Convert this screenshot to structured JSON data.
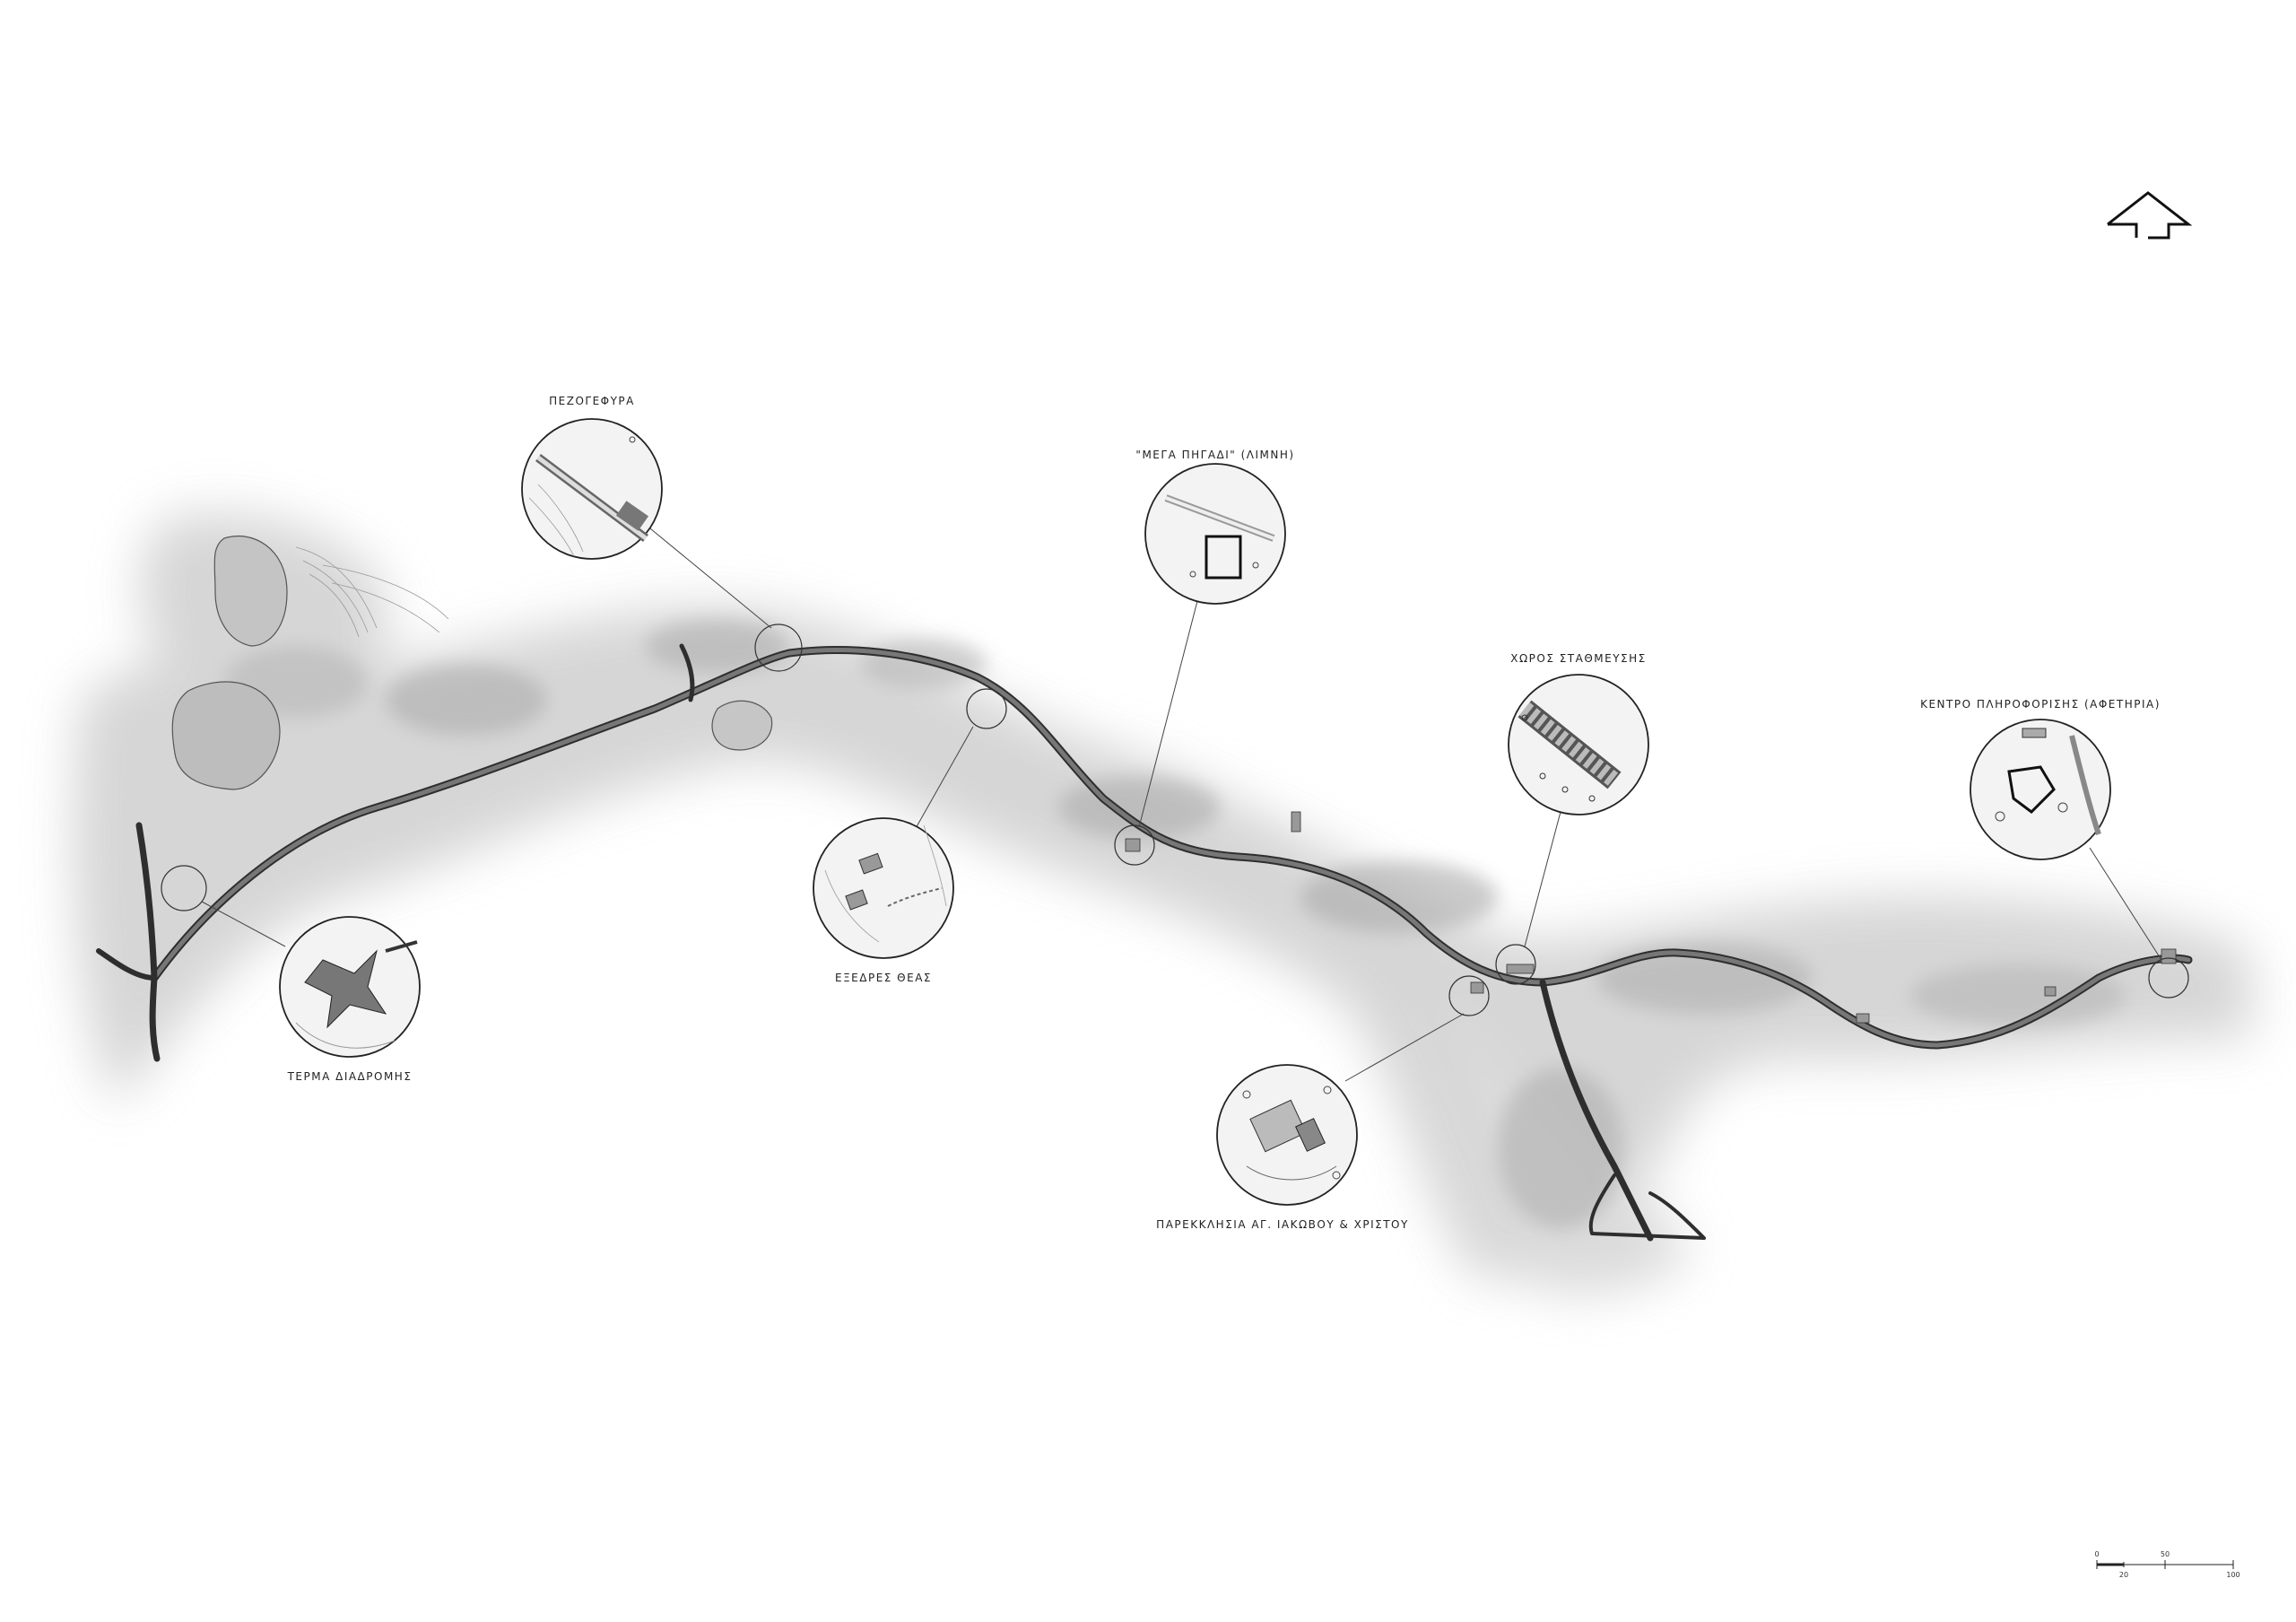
{
  "map": {
    "colors": {
      "terrain": "#d6d6d6",
      "road": "#666666",
      "road_edge": "#2e2e2e",
      "lake": "#bdbdbd",
      "line": "#333333"
    },
    "callouts": [
      {
        "key": "terma",
        "label": "ΤΕΡΜΑ ΔΙΑΔΡΟΜΗΣ"
      },
      {
        "key": "pezogefyra",
        "label": "ΠΕΖΟΓΕΦΥΡΑ"
      },
      {
        "key": "exedres",
        "label": "ΕΞΕΔΡΕΣ ΘΕΑΣ"
      },
      {
        "key": "mega-pigadi",
        "label": "\"ΜΕΓΑ ΠΗΓΑΔΙ\" (ΛΙΜΝΗ)"
      },
      {
        "key": "parekklisia",
        "label": "ΠΑΡΕΚΚΛΗΣΙΑ ΑΓ. ΙΑΚΩΒΟΥ & ΧΡΙΣΤΟΥ"
      },
      {
        "key": "stathmeusi",
        "label": "ΧΩΡΟΣ ΣΤΑΘΜΕΥΣΗΣ"
      },
      {
        "key": "kentro",
        "label": "ΚΕΝΤΡΟ ΠΛΗΡΟΦΟΡΙΣΗΣ (ΑΦΕΤΗΡΙΑ)"
      }
    ],
    "north_arrow_icon": "north-arrow-icon",
    "scale_bar": {
      "ticks": [
        "0",
        "20",
        "50",
        "100"
      ]
    }
  }
}
